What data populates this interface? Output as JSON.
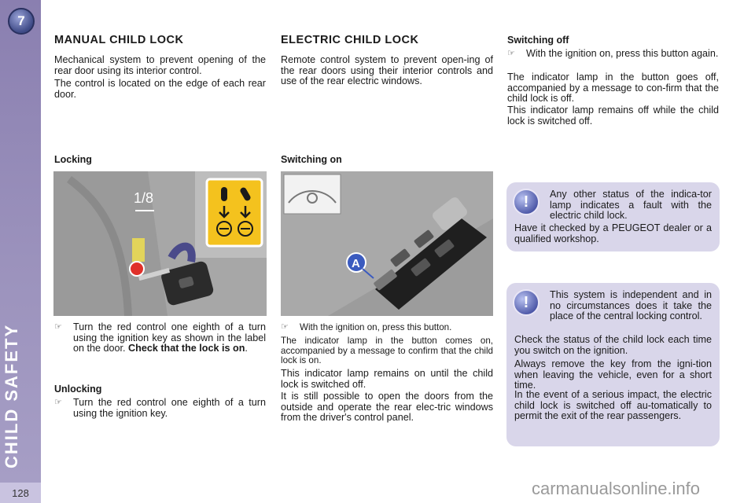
{
  "sidebar": {
    "chapter_number": "7",
    "section_title": "CHILD SAFETY",
    "page_number": "128"
  },
  "manual": {
    "title": "MANUAL CHILD LOCK",
    "intro": "Mechanical system to prevent opening of the rear door using its interior control.",
    "location": "The control is located on the edge of each rear door.",
    "locking_heading": "Locking",
    "locking_step": "Turn the red control one eighth of a turn using the ignition key as shown in the label on the door.",
    "locking_check": "Check that the lock is on",
    "locking_check_end": ".",
    "unlocking_heading": "Unlocking",
    "unlocking_step": "Turn the red control one eighth of a turn using the ignition key.",
    "figure_fraction": "1/8"
  },
  "electric": {
    "title": "ELECTRIC CHILD LOCK",
    "intro": "Remote control system to prevent open-ing of the rear doors using their interior controls and use of the rear electric windows.",
    "on_heading": "Switching on",
    "figure_label": "A",
    "on_step": "With the ignition on, press this button.",
    "on_p1": "The indicator lamp in the button comes on, accompanied by a message to confirm that the child lock is on.",
    "on_p2": "This indicator lamp remains on until the child lock is switched off.",
    "on_p3": "It is still possible to open the doors from the outside and operate the rear elec-tric windows from the driver's control panel.",
    "off_heading": "Switching off",
    "off_step": "With the ignition on, press this button again.",
    "off_p1": "The indicator lamp in the button goes off, accompanied by a message to con-firm that the child lock is off.",
    "off_p2": "This indicator lamp remains off while the child lock is switched off."
  },
  "note1": {
    "lead": "Any other status of the indica-tor lamp indicates a fault with the electric child lock.",
    "body": "Have it checked by a PEUGEOT dealer or a qualified workshop."
  },
  "note2": {
    "lead": "This system is independent and in no circumstances does it take the place of the central locking control.",
    "p1": "Check the status of the child lock each time you switch on the ignition.",
    "p2": "Always remove the key from the igni-tion when leaving the vehicle, even for a short time.",
    "p3": "In the event of a serious impact, the electric child lock is switched off au-tomatically to permit the exit of the rear passengers."
  },
  "bullet_glyph": "☞",
  "note_icon_glyph": "!",
  "watermark": "carmanualsonline.info",
  "colors": {
    "sidebar": "#9c93bd",
    "note_bg": "#d9d6ea",
    "label_yellow": "#f4c21e",
    "red_control": "#e0302a"
  }
}
